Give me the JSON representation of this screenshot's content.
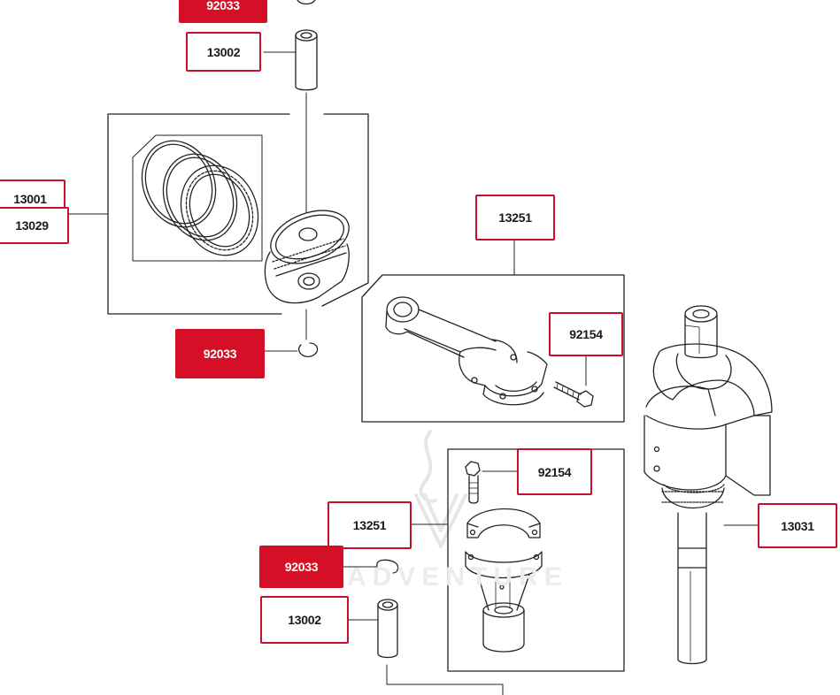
{
  "accent_color": "#d50f25",
  "watermark": {
    "text": "ADVENTURE"
  },
  "callouts": {
    "c1": "92033",
    "c2": "13002",
    "c3": "13001",
    "c4": "13029",
    "c5": "13251",
    "c6": "92154",
    "c7": "92033",
    "c8": "92154",
    "c9": "13031",
    "c10": "13251",
    "c11": "92033",
    "c12": "13002"
  }
}
